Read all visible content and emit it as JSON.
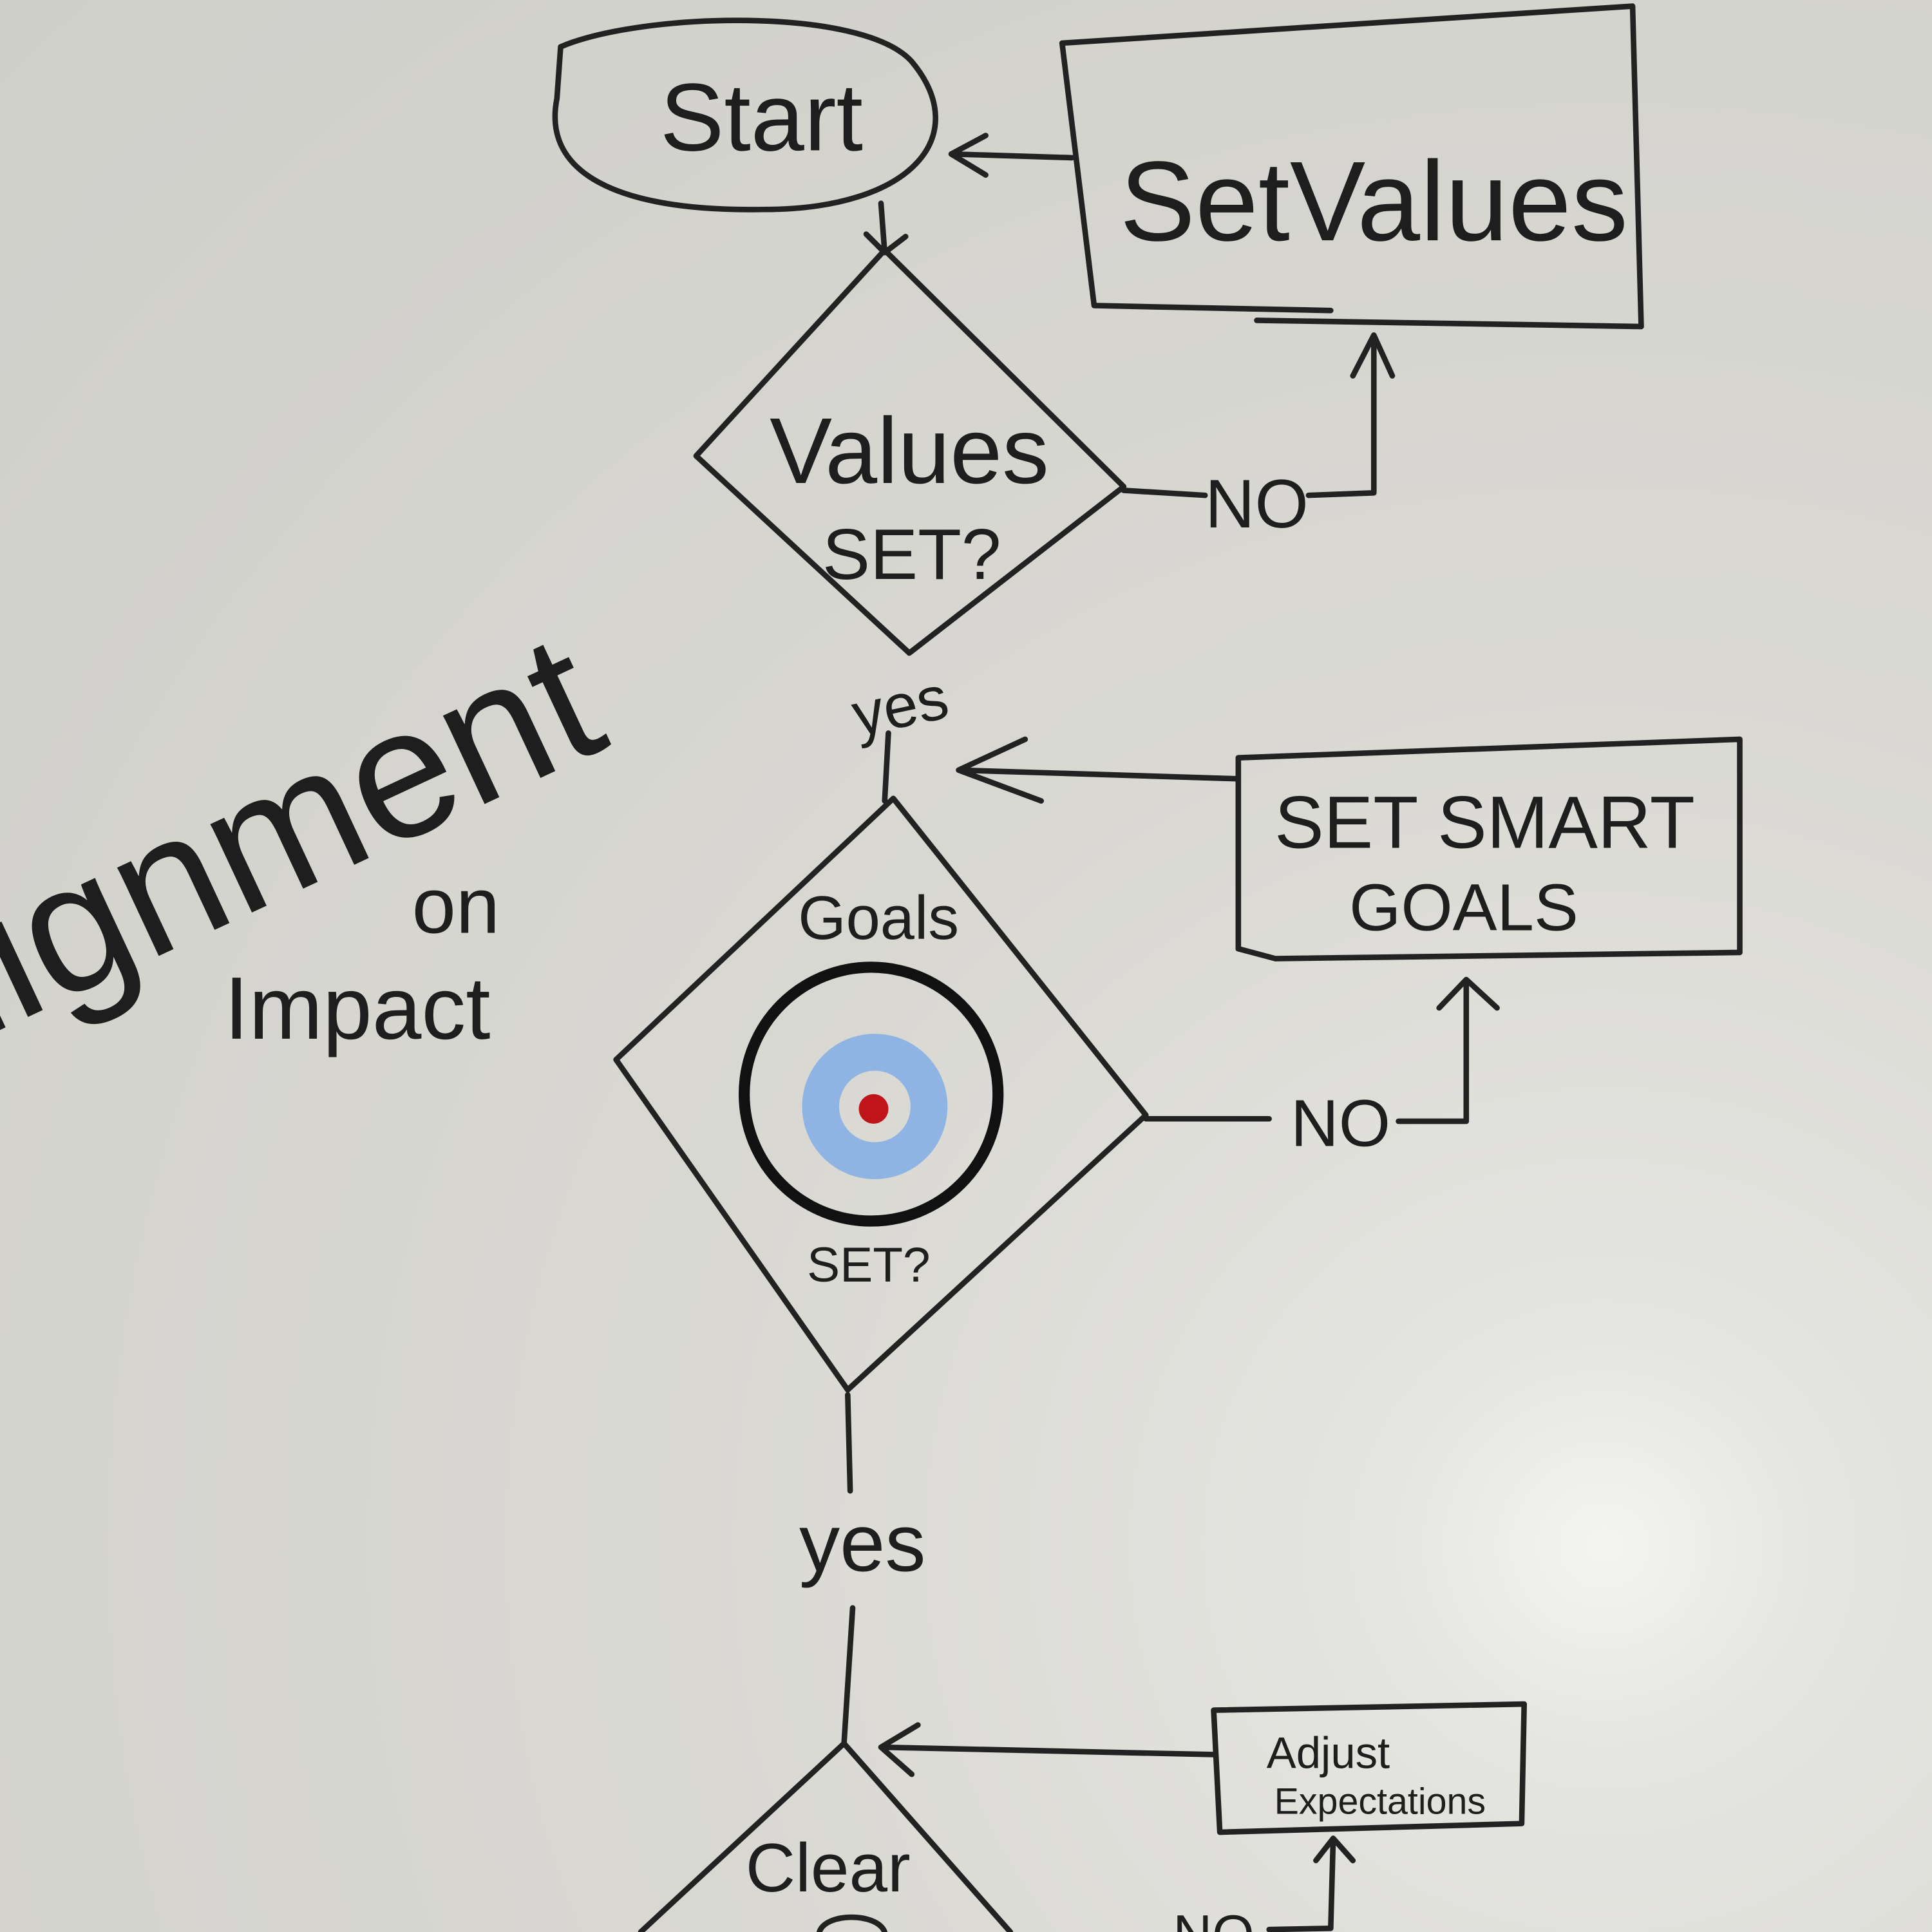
{
  "title": "Alignment on Impact",
  "side_label": {
    "line1": "Alignment",
    "line2": "on",
    "line3": "Impact"
  },
  "nodes": {
    "start": "Start",
    "set_values": "SetValues",
    "values_set": {
      "line1": "Values",
      "line2": "SET?"
    },
    "goals_set": {
      "line1": "Goals",
      "line2": "SET?"
    },
    "set_smart_goals": {
      "line1": "SET SMART",
      "line2": "GOALS"
    },
    "clear": "Clear",
    "adjust_expectations": {
      "line1": "Adjust",
      "line2": "Expectations"
    }
  },
  "edges": {
    "values_no": "NO",
    "values_yes": "yes",
    "goals_no": "NO",
    "goals_yes": "yes",
    "clear_no": "NO"
  },
  "colors": {
    "ink": "#222222",
    "target_blue": "#8fb4e3",
    "target_red": "#c0141b"
  }
}
